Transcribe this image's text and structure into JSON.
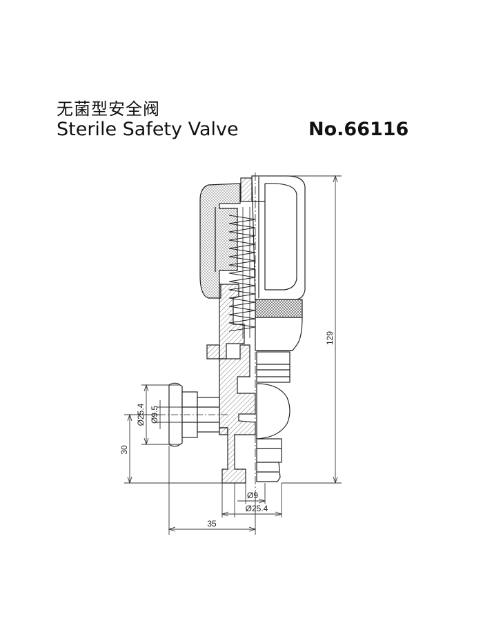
{
  "header": {
    "title_cn": "无菌型安全阀",
    "title_en": "Sterile Safety Valve",
    "model_no": "No.66116"
  },
  "dimensions": {
    "height_total": "129",
    "inlet_outer_dia": "Ø25.4",
    "inlet_inner_dia": "Ø9.5",
    "inlet_height": "30",
    "outlet_inner_dia": "Ø9",
    "outlet_outer_dia": "Ø25.4",
    "inlet_offset": "35"
  }
}
